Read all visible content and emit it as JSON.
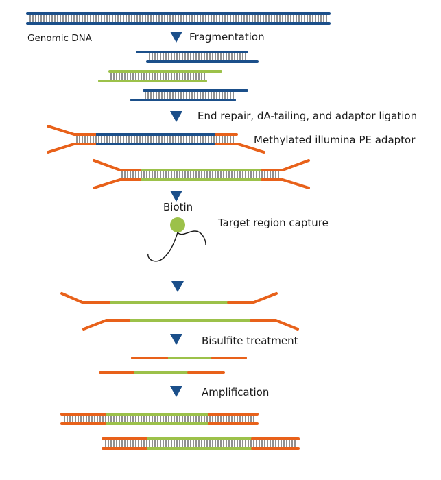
{
  "labels": {
    "genomic_dna": "Genomic DNA",
    "fragmentation": "Fragmentation",
    "end_repair": "End repair, dA-tailing, and adaptor ligation",
    "methylated_adaptor": "Methylated illumina PE adaptor",
    "biotin": "Biotin",
    "target_capture": "Target region capture",
    "bisulfite": "Bisulfite treatment",
    "amplification": "Amplification"
  },
  "colors": {
    "genomic_blue": "#1b4f8a",
    "target_green": "#9cc14a",
    "adaptor_orange": "#e8611a",
    "arrow_blue": "#1b4f8a",
    "rung_black": "#222222",
    "text": "#1a1a1a"
  },
  "icons": {
    "step_arrow": "down-triangle-icon",
    "biotin": "biotin-bead-icon"
  }
}
